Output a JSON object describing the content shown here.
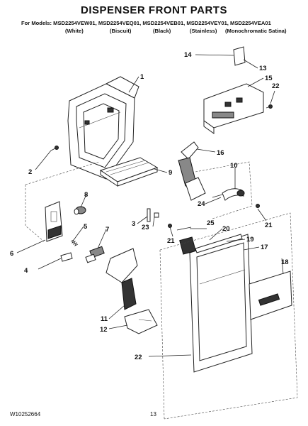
{
  "header": {
    "title": "DISPENSER FRONT PARTS",
    "models_line": "For Models: MSD2254VEW01, MSD2254VEQ01, MSD2254VEB01, MSD2254VEY01, MSD2254VEA01",
    "colors": [
      "(White)",
      "(Biscuit)",
      "(Black)",
      "(Stainless)",
      "(Monochromatic Satina)"
    ]
  },
  "callouts": [
    "1",
    "2",
    "3",
    "4",
    "5",
    "6",
    "7",
    "8",
    "9",
    "10",
    "11",
    "12",
    "13",
    "14",
    "15",
    "16",
    "17",
    "18",
    "19",
    "20",
    "21",
    "21",
    "22",
    "22",
    "23",
    "24",
    "25"
  ],
  "footer": {
    "doc_number": "W10252664",
    "page_number": "13"
  }
}
